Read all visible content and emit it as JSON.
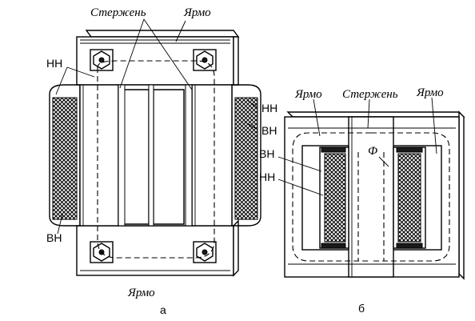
{
  "labels": {
    "a_sterzhen": "Стержень",
    "a_yarmo_top": "Ярмо",
    "a_nn_left": "НН",
    "a_nn_right": "НН",
    "a_vn_right": "ВН",
    "a_vn_left": "ВН",
    "a_yarmo_bottom": "Ярмо",
    "caption_a": "а",
    "b_yarmo_left": "Ярмо",
    "b_sterzhen": "Стержень",
    "b_yarmo_right": "Ярмо",
    "b_vn": "ВН",
    "b_nn": "НН",
    "b_flux": "Ф",
    "caption_b": "б"
  }
}
